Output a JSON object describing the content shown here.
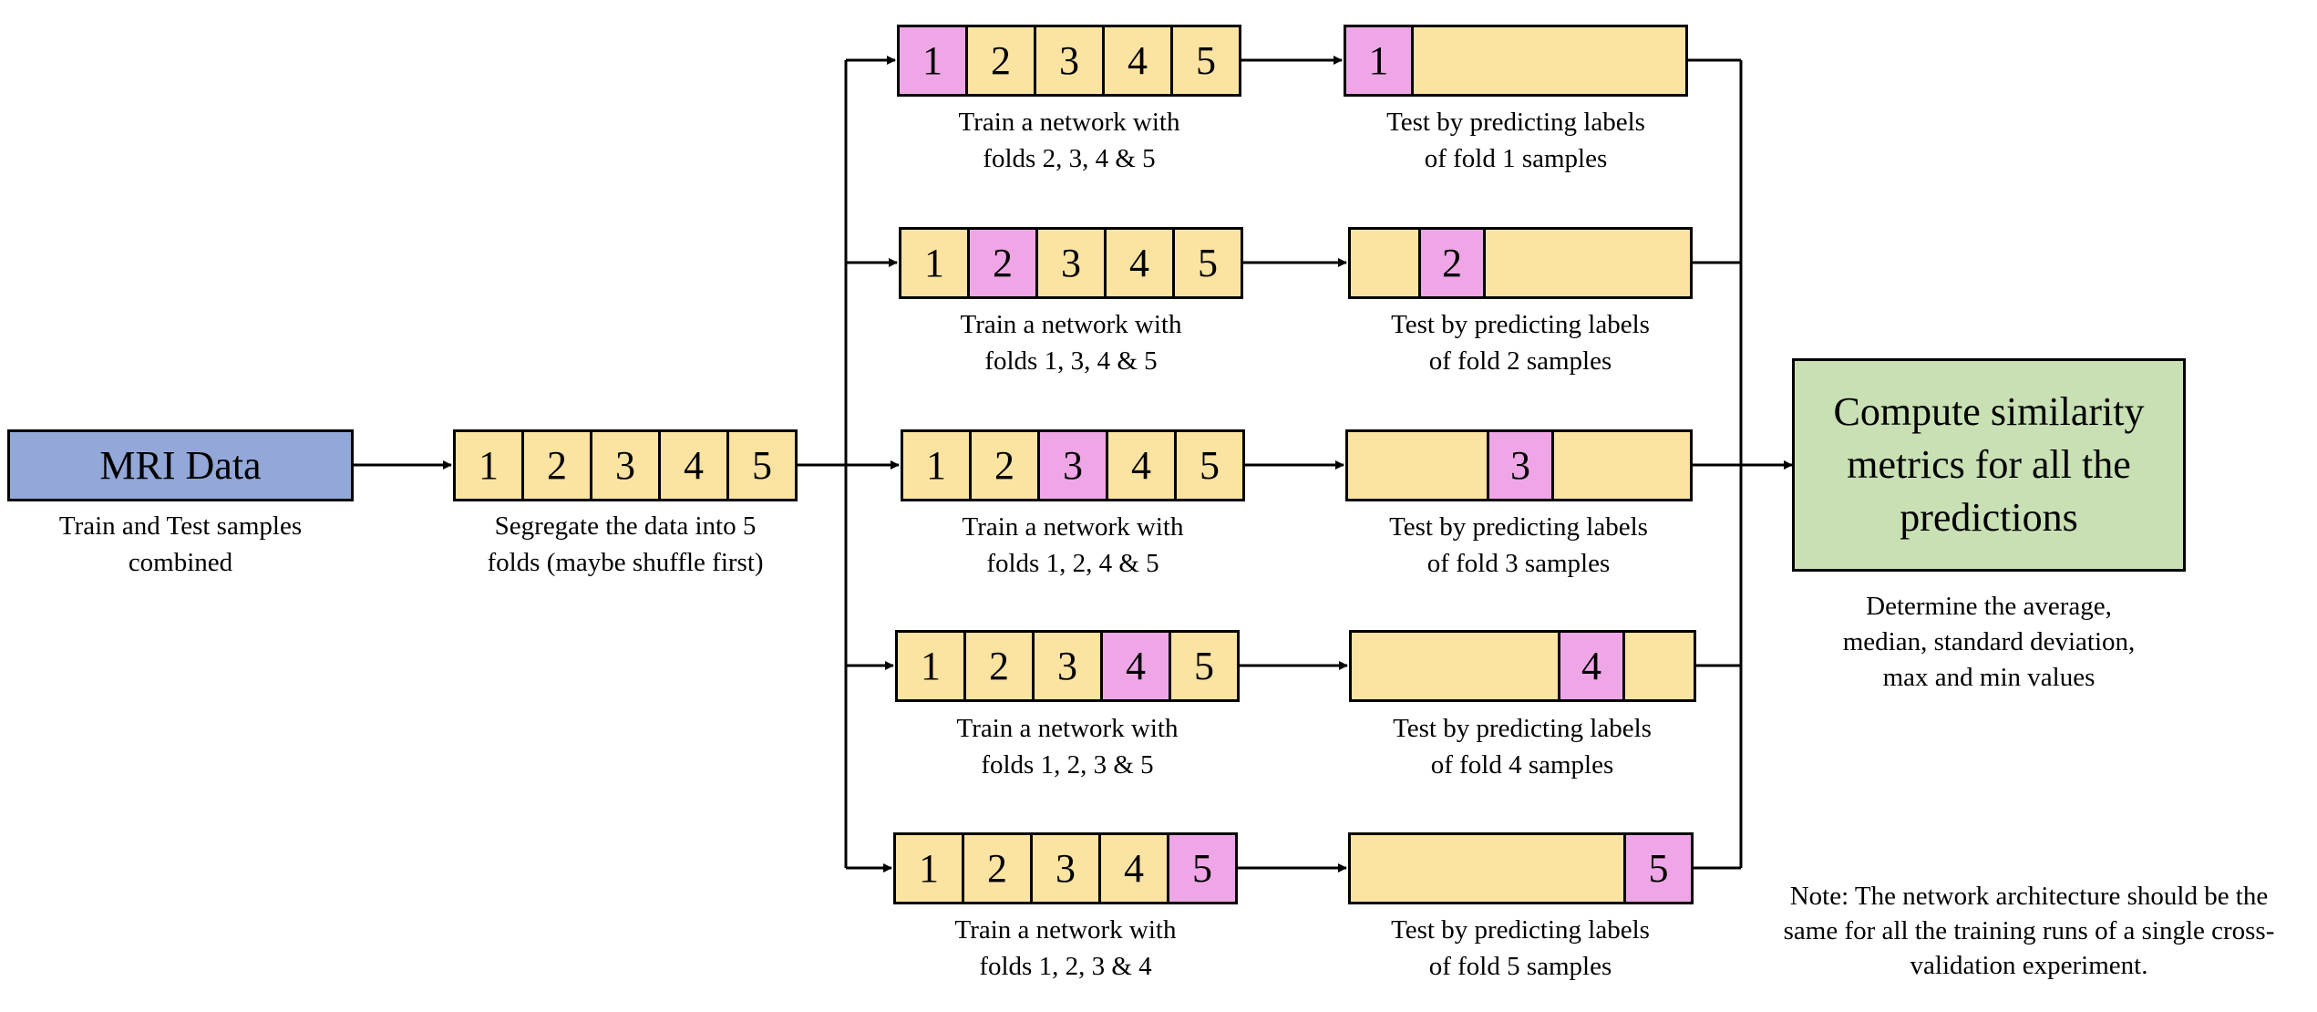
{
  "source": {
    "label": "MRI Data",
    "caption": "Train and Test samples\ncombined"
  },
  "segregate": {
    "folds": [
      "1",
      "2",
      "3",
      "4",
      "5"
    ],
    "caption": "Segregate the data into 5\nfolds (maybe shuffle first)"
  },
  "runs": [
    {
      "train_folds": [
        "1",
        "2",
        "3",
        "4",
        "5"
      ],
      "test_fold": "1",
      "held_out_index": 0,
      "train_caption": "Train a network with\nfolds 2, 3, 4 & 5",
      "test_caption": "Test by predicting labels\nof fold 1 samples"
    },
    {
      "train_folds": [
        "1",
        "2",
        "3",
        "4",
        "5"
      ],
      "test_fold": "2",
      "held_out_index": 1,
      "train_caption": "Train a network  with\nfolds 1, 3, 4 & 5",
      "test_caption": "Test by predicting labels\nof fold 2 samples"
    },
    {
      "train_folds": [
        "1",
        "2",
        "3",
        "4",
        "5"
      ],
      "test_fold": "3",
      "held_out_index": 2,
      "train_caption": "Train a network with\nfolds 1, 2, 4 & 5",
      "test_caption": "Test by predicting labels\nof fold 3 samples"
    },
    {
      "train_folds": [
        "1",
        "2",
        "3",
        "4",
        "5"
      ],
      "test_fold": "4",
      "held_out_index": 3,
      "train_caption": "Train a network with\nfolds 1, 2, 3 & 5",
      "test_caption": "Test by predicting labels\nof fold 4 samples"
    },
    {
      "train_folds": [
        "1",
        "2",
        "3",
        "4",
        "5"
      ],
      "test_fold": "5",
      "held_out_index": 4,
      "train_caption": "Train a network with\nfolds 1, 2, 3 & 4",
      "test_caption": "Test by predicting labels\nof fold 5 samples"
    }
  ],
  "compute": {
    "label": "Compute similarity metrics for all the predictions",
    "caption": "Determine the average,\nmedian, standard deviation,\nmax and min values"
  },
  "note": "Note: The network architecture should be the\nsame for all the training runs of a single cross-\nvalidation experiment.",
  "colors": {
    "fold": "#fbe3a2",
    "held_out": "#efa6e6",
    "mri": "#93a8d8",
    "compute": "#c8e0b4"
  }
}
